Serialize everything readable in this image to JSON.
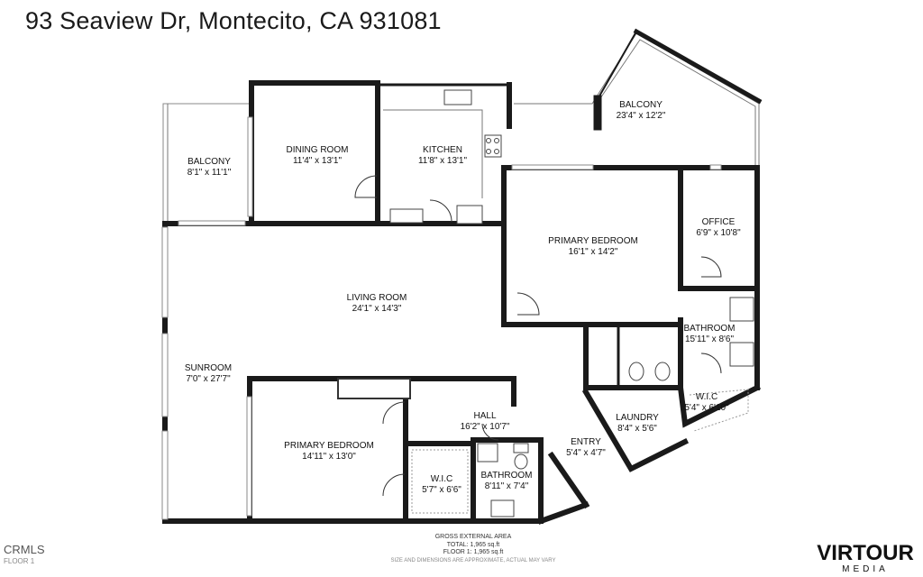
{
  "header": {
    "title": "93 Seaview Dr, Montecito, CA 931081"
  },
  "rooms": [
    {
      "key": "balcony_left",
      "name": "BALCONY",
      "dims": "8'1\" x 11'1\""
    },
    {
      "key": "dining",
      "name": "DINING ROOM",
      "dims": "11'4\" x 13'1\""
    },
    {
      "key": "kitchen",
      "name": "KITCHEN",
      "dims": "11'8\" x 13'1\""
    },
    {
      "key": "balcony_right",
      "name": "BALCONY",
      "dims": "23'4\" x 12'2\""
    },
    {
      "key": "primary_bed_1",
      "name": "PRIMARY BEDROOM",
      "dims": "16'1\" x 14'2\""
    },
    {
      "key": "office",
      "name": "OFFICE",
      "dims": "6'9\" x 10'8\""
    },
    {
      "key": "living",
      "name": "LIVING ROOM",
      "dims": "24'1\" x 14'3\""
    },
    {
      "key": "bath_1",
      "name": "BATHROOM",
      "dims": "15'11\" x 8'6\""
    },
    {
      "key": "sunroom",
      "name": "SUNROOM",
      "dims": "7'0\" x 27'7\""
    },
    {
      "key": "wic_1",
      "name": "W.I.C",
      "dims": "5'4\" x 6'10\""
    },
    {
      "key": "hall",
      "name": "HALL",
      "dims": "16'2\" x 10'7\""
    },
    {
      "key": "laundry",
      "name": "LAUNDRY",
      "dims": "8'4\" x 5'6\""
    },
    {
      "key": "primary_bed_2",
      "name": "PRIMARY BEDROOM",
      "dims": "14'11\" x 13'0\""
    },
    {
      "key": "entry",
      "name": "ENTRY",
      "dims": "5'4\" x 4'7\""
    },
    {
      "key": "wic_2",
      "name": "W.I.C",
      "dims": "5'7\" x 6'6\""
    },
    {
      "key": "bath_2",
      "name": "BATHROOM",
      "dims": "8'11\" x 7'4\""
    }
  ],
  "footer": {
    "gross_title": "GROSS EXTERNAL AREA",
    "total": "TOTAL: 1,965 sq.ft",
    "floor": "FLOOR 1: 1,965 sq.ft",
    "disclaimer": "SIZE AND DIMENSIONS ARE APPROXIMATE, ACTUAL MAY VARY",
    "source": "CRMLS",
    "floor_label": "FLOOR 1",
    "brand_main": "VIRTOUR",
    "brand_sub": "MEDIA"
  }
}
